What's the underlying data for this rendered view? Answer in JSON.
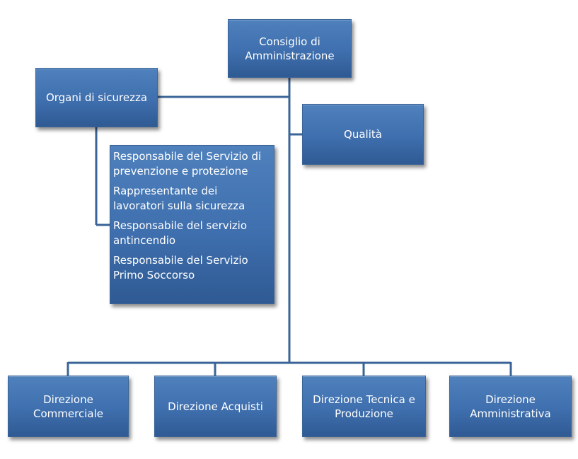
{
  "nodes": {
    "cda": "Consiglio di\nAmministrazione",
    "sicurezza": "Organi di sicurezza",
    "qualita": "Qualità",
    "commerciale": "Direzione\nCommerciale",
    "acquisti": "Direzione Acquisti",
    "tecnica": "Direzione Tecnica e\nProduzione",
    "amministrativa": "Direzione\nAmministrativa"
  },
  "sicurezza_items": [
    "Responsabile del Servizio di prevenzione e protezione",
    "Rappresentante dei lavoratori sulla sicurezza",
    "Responsabile del servizio antincendio",
    "Responsabile del Servizio Primo Soccorso"
  ],
  "colors": {
    "box": "#4f81bd",
    "line": "#3a6497"
  }
}
